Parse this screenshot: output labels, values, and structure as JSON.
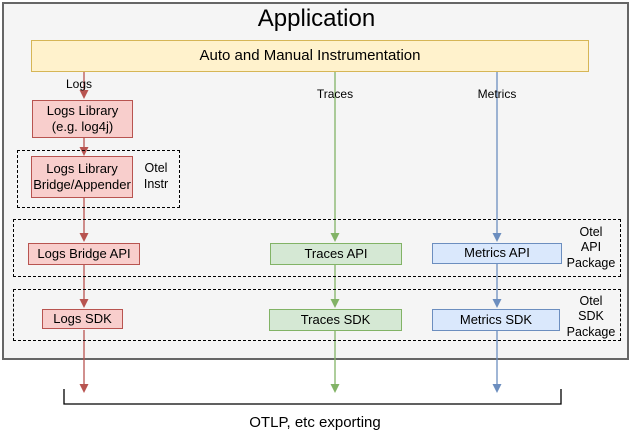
{
  "colors": {
    "app_fill": "#f5f5f5",
    "app_stroke": "#666666",
    "instrumentation_fill": "#fff2cc",
    "instrumentation_stroke": "#d6b656",
    "logs_fill": "#f8cecc",
    "logs_stroke": "#b85450",
    "traces_fill": "#d5e8d4",
    "traces_stroke": "#82b366",
    "metrics_fill": "#dae8fc",
    "metrics_stroke": "#6c8ebf",
    "group_border": "#000000"
  },
  "diagram": {
    "title": "Application",
    "instrumentation": "Auto and Manual Instrumentation",
    "flow_labels": {
      "logs": "Logs",
      "traces": "Traces",
      "metrics": "Metrics"
    },
    "nodes": {
      "logs_library": "Logs Library\n(e.g. log4j)",
      "logs_bridge_appender": "Logs Library\nBridge/Appender",
      "logs_bridge_api": "Logs Bridge API",
      "traces_api": "Traces API",
      "metrics_api": "Metrics API",
      "logs_sdk": "Logs SDK",
      "traces_sdk": "Traces SDK",
      "metrics_sdk": "Metrics SDK"
    },
    "groups": {
      "otel_instr": "Otel\nInstr",
      "otel_api_package": "Otel\nAPI\nPackage",
      "otel_sdk_package": "Otel\nSDK\nPackage"
    },
    "exporting": "OTLP, etc exporting"
  }
}
